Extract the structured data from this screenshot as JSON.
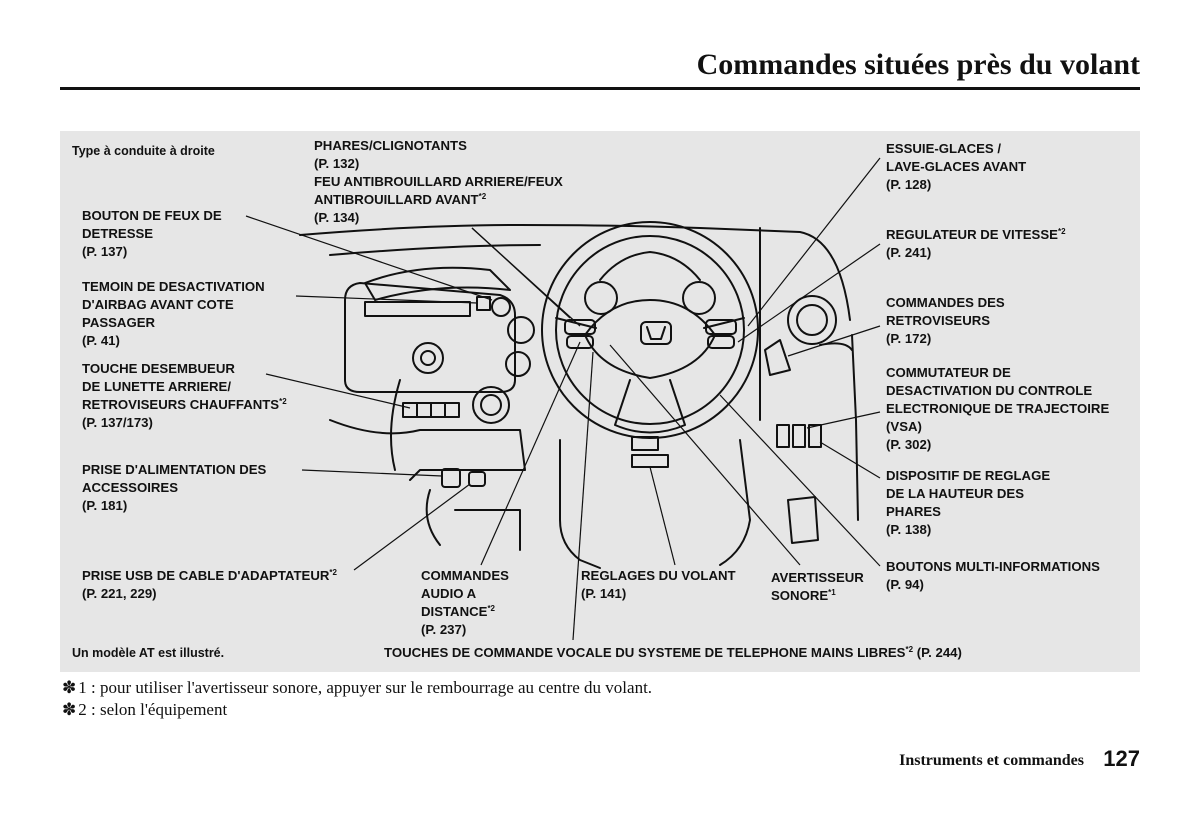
{
  "page": {
    "title": "Commandes situées près du volant",
    "section": "Instruments et commandes",
    "number": "127"
  },
  "figure": {
    "drive_side_note": "Type à conduite à droite",
    "model_note": "Un modèle AT est illustré.",
    "labels": {
      "phares": {
        "line1": "PHARES/CLIGNOTANTS",
        "line2": "(P. 132)",
        "line3": "FEU ANTIBROUILLARD ARRIERE/FEUX",
        "line4": "ANTIBROUILLARD AVANT",
        "mark": "*2",
        "line5": "(P. 134)"
      },
      "feux_detresse": {
        "line1": "BOUTON DE FEUX DE",
        "line2": "DETRESSE",
        "line3": "(P. 137)"
      },
      "airbag": {
        "line1": "TEMOIN DE DESACTIVATION",
        "line2": "D'AIRBAG AVANT COTE",
        "line3": "PASSAGER",
        "line4": "(P. 41)"
      },
      "desembueur": {
        "line1": "TOUCHE DESEMBUEUR",
        "line2": "DE LUNETTE ARRIERE/",
        "line3": "RETROVISEURS CHAUFFANTS",
        "mark": "*2",
        "line4": "(P. 137/173)"
      },
      "prise_alim": {
        "line1": "PRISE D'ALIMENTATION DES",
        "line2": "ACCESSOIRES",
        "line3": "(P. 181)"
      },
      "prise_usb": {
        "line1": "PRISE USB DE CABLE D'ADAPTATEUR",
        "mark": "*2",
        "line2": "(P. 221, 229)"
      },
      "audio": {
        "line1": "COMMANDES",
        "line2": "AUDIO A",
        "line3": "DISTANCE",
        "mark": "*2",
        "line4": "(P. 237)"
      },
      "reglages_volant": {
        "line1": "REGLAGES DU VOLANT",
        "line2": "(P. 141)"
      },
      "avertisseur": {
        "line1": "AVERTISSEUR",
        "line2": "SONORE",
        "mark": "*1"
      },
      "essuie_glaces": {
        "line1": "ESSUIE-GLACES /",
        "line2": "LAVE-GLACES AVANT",
        "line3": "(P. 128)"
      },
      "regulateur": {
        "line1": "REGULATEUR DE VITESSE",
        "mark": "*2",
        "line2": "(P. 241)"
      },
      "retroviseurs": {
        "line1": "COMMANDES DES",
        "line2": "RETROVISEURS",
        "line3": "(P. 172)"
      },
      "vsa": {
        "line1": "COMMUTATEUR DE",
        "line2": "DESACTIVATION DU CONTROLE",
        "line3": "ELECTRONIQUE DE TRAJECTOIRE",
        "line4": "(VSA)",
        "line5": "(P. 302)"
      },
      "phares_reglage": {
        "line1": "DISPOSITIF DE REGLAGE",
        "line2": "DE LA HAUTEUR DES",
        "line3": "PHARES",
        "line4": "(P. 138)"
      },
      "multi_info": {
        "line1": "BOUTONS MULTI-INFORMATIONS",
        "line2": "(P. 94)"
      },
      "vocale": {
        "text": "TOUCHES DE COMMANDE VOCALE DU SYSTEME DE TELEPHONE MAINS LIBRES",
        "mark": "*2",
        "page": "(P. 244)"
      }
    }
  },
  "footnotes": [
    {
      "star": "✽",
      "text": "1 : pour utiliser l'avertisseur sonore, appuyer sur le rembourrage au centre du volant."
    },
    {
      "star": "✽",
      "text": "2 : selon l'équipement"
    }
  ]
}
